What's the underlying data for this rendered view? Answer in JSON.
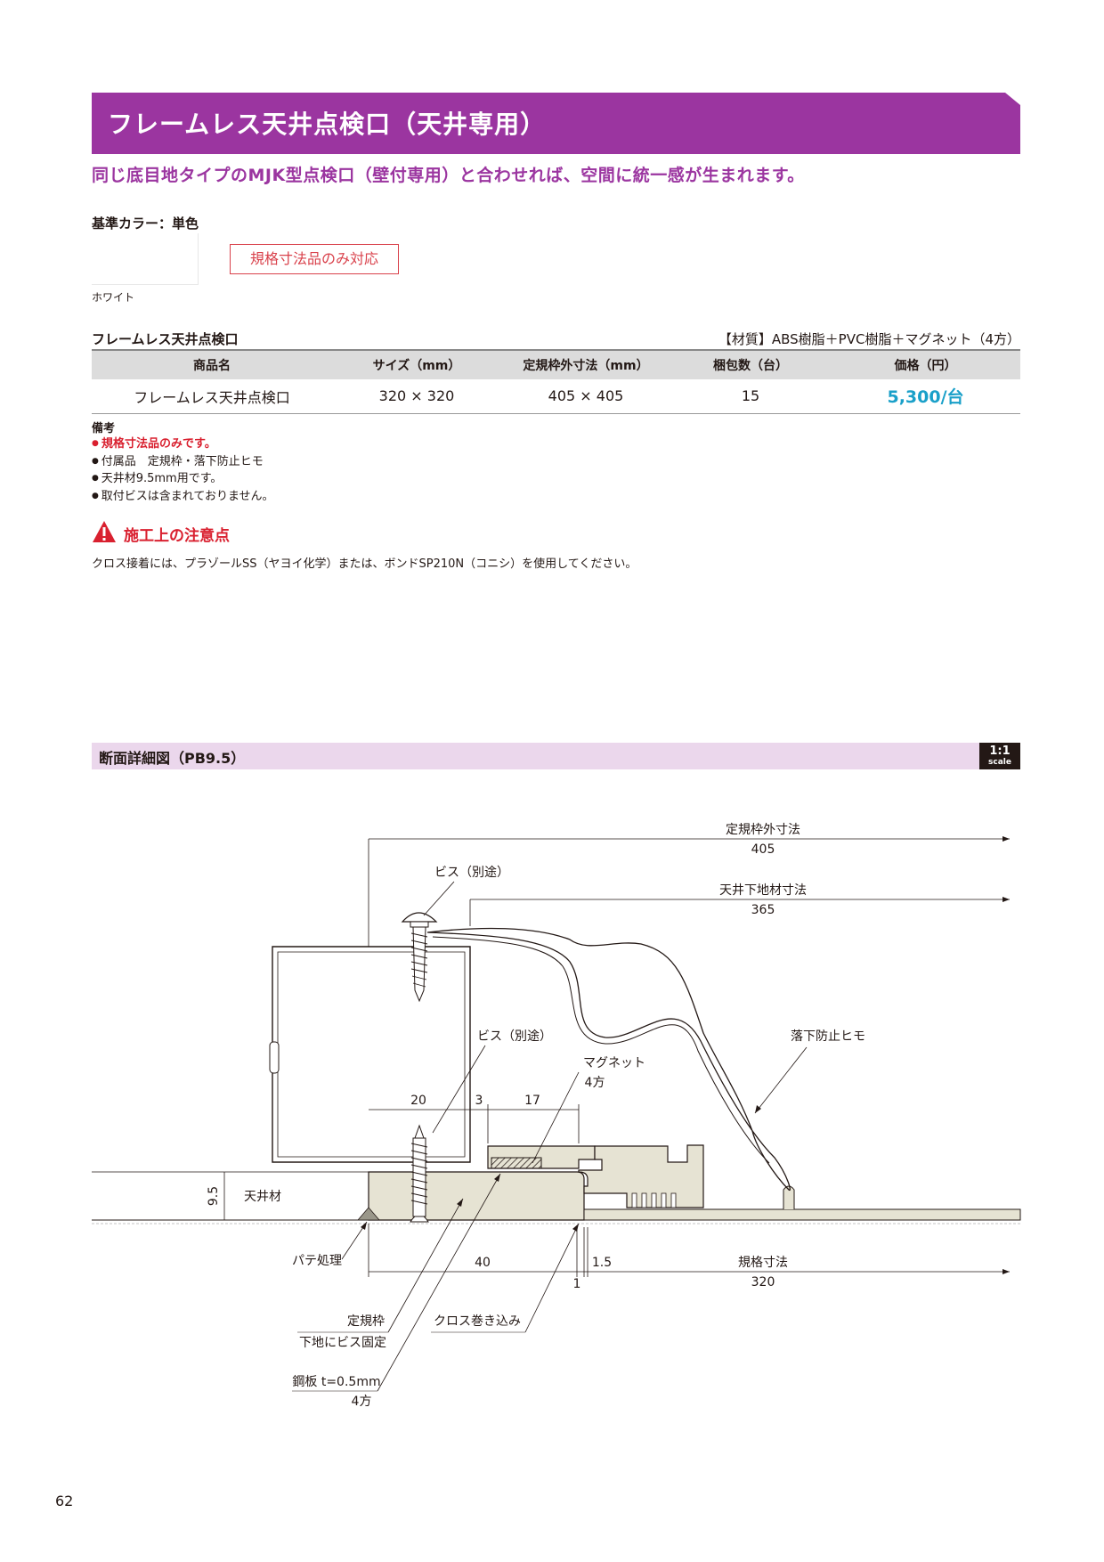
{
  "header": {
    "title": "フレームレス天井点検口（天井専用）",
    "subtitle": "同じ底目地タイプのMJK型点検口（壁付専用）と合わせれば、空間に統一感が生まれます。"
  },
  "color": {
    "label": "基準カラー：単色",
    "swatch_name": "ホワイト",
    "swatch_color": "#ffffff",
    "badge": "規格寸法品のみ対応"
  },
  "spec_table": {
    "title": "フレームレス天井点検口",
    "material": "【材質】ABS樹脂＋PVC樹脂＋マグネット（4方）",
    "headers": [
      "商品名",
      "サイズ（mm）",
      "定規枠外寸法（mm）",
      "梱包数（台）",
      "価格（円）"
    ],
    "row": [
      "フレームレス天井点検口",
      "320 × 320",
      "405 × 405",
      "15",
      "5,300/台"
    ]
  },
  "notes": {
    "heading": "備考",
    "items": [
      "規格寸法品のみです。",
      "付属品　定規枠・落下防止ヒモ",
      "天井材9.5mm用です。",
      "取付ビスは含まれておりません。"
    ]
  },
  "caution": {
    "title": "施工上の注意点",
    "text": "クロス接着には、プラゾールSS（ヤヨイ化学）または、ボンドSP210N（コニシ）を使用してください。"
  },
  "section": {
    "title": "断面詳細図（PB9.5）",
    "scale_top": "1:1",
    "scale_bottom": "scale"
  },
  "diagram": {
    "dim_outer_label": "定規枠外寸法",
    "dim_outer_value": "405",
    "dim_ceiling_label": "天井下地材寸法",
    "dim_ceiling_value": "365",
    "screw_top": "ビス（別途）",
    "screw_mid": "ビス（別途）",
    "magnet": "マグネット",
    "magnet_sides": "4方",
    "fall_cord": "落下防止ヒモ",
    "d20": "20",
    "d3": "3",
    "d17": "17",
    "d9_5": "9.5",
    "ceiling_material": "天井材",
    "putty": "パテ処理",
    "d40": "40",
    "d1": "1",
    "d1_5": "1.5",
    "std_size_label": "規格寸法",
    "std_size_value": "320",
    "frame": "定規枠",
    "frame_fix": "下地にビス固定",
    "cloth_wrap": "クロス巻き込み",
    "steel": "鋼板 t=0.5mm",
    "steel_sides": "4方"
  },
  "page_number": "62"
}
